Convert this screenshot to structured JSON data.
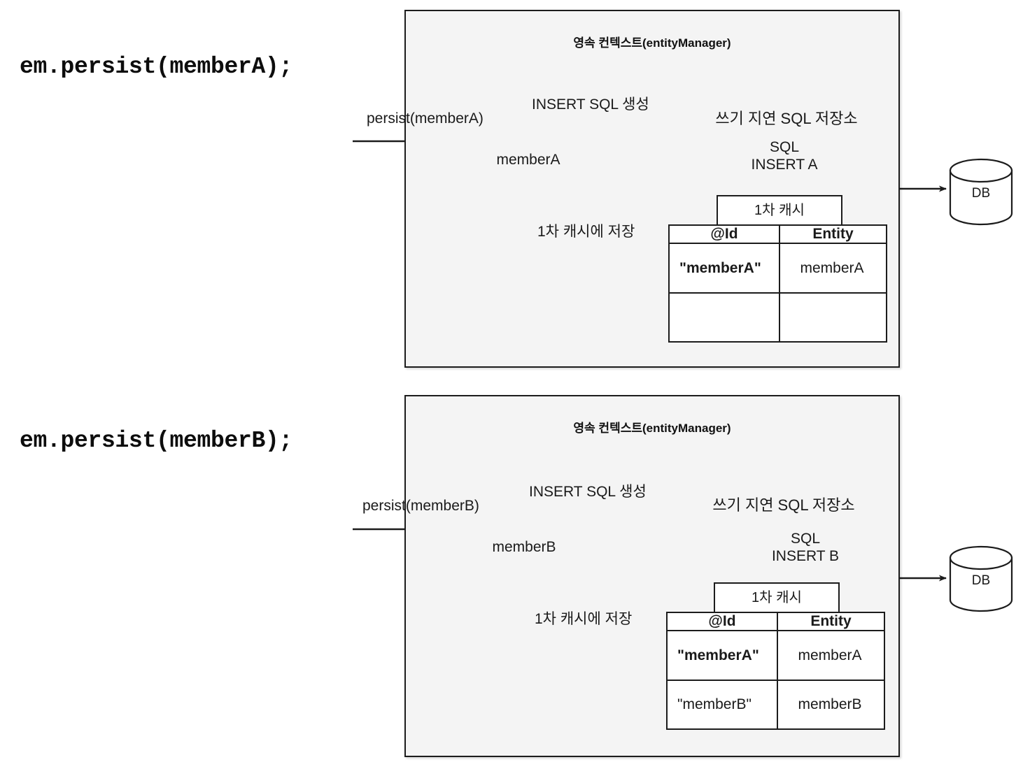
{
  "diagram": {
    "title": "JPA persistence context persist flow",
    "colors": {
      "panel_background": "#f4f4f4",
      "stroke": "#1c1c1c",
      "shape_fill": "#ffffff",
      "text": "#1a1a1a"
    }
  },
  "panels": [
    {
      "id": "panel-a",
      "code_label": "em.persist(memberA);",
      "context_title": "영속 컨텍스트(entityManager)",
      "incoming_arrow_label": "persist(memberA)",
      "entity_node": "memberA",
      "insert_arrow_label": "INSERT SQL 생성",
      "cache_arrow_label": "1차 캐시에 저장",
      "sql_store": {
        "title": "쓰기 지연 SQL 저장소",
        "queries": [
          {
            "line1": "SQL",
            "line2": "INSERT A"
          }
        ]
      },
      "first_cache": {
        "tab_label": "1차 캐시",
        "headers": [
          "@Id",
          "Entity"
        ],
        "rows": [
          {
            "id": "\"memberA\"",
            "entity": "memberA",
            "id_bold": true
          },
          {
            "id": "",
            "entity": "",
            "id_bold": false
          }
        ]
      },
      "database_label": "DB"
    },
    {
      "id": "panel-b",
      "code_label": "em.persist(memberB);",
      "context_title": "영속 컨텍스트(entityManager)",
      "incoming_arrow_label": "persist(memberB)",
      "entity_node": "memberB",
      "insert_arrow_label": "INSERT SQL 생성",
      "cache_arrow_label": "1차 캐시에 저장",
      "sql_store": {
        "title": "쓰기 지연 SQL 저장소",
        "queries": [
          {
            "line1": "",
            "line2": ""
          },
          {
            "line1": "SQL",
            "line2": "INSERT B"
          }
        ]
      },
      "first_cache": {
        "tab_label": "1차 캐시",
        "headers": [
          "@Id",
          "Entity"
        ],
        "rows": [
          {
            "id": "\"memberA\"",
            "entity": "memberA",
            "id_bold": true
          },
          {
            "id": "\"memberB\"",
            "entity": "memberB",
            "id_bold": false
          }
        ]
      },
      "database_label": "DB"
    }
  ]
}
